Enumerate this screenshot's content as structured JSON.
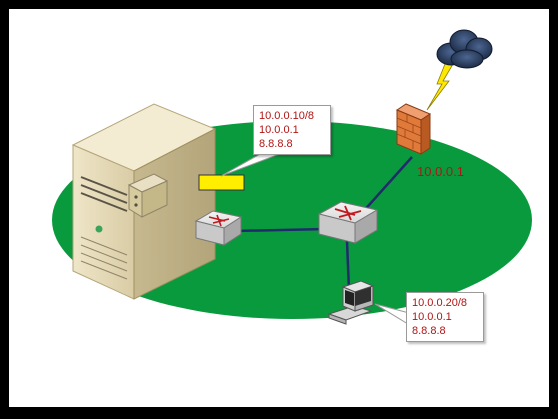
{
  "server_config": {
    "ip_mask": "10.0.0.10/8",
    "gateway": "10.0.0.1",
    "dns": "8.8.8.8"
  },
  "pc_config": {
    "ip_mask": "10.0.0.20/8",
    "gateway": "10.0.0.1",
    "dns": "8.8.8.8"
  },
  "firewall_ip": "10.0.0.1",
  "colors": {
    "network_zone": "#0a9a3e",
    "link": "#1f2b6b",
    "label_text": "#b01515",
    "nic_highlight": "#ffee00",
    "cloud": "#2b3f66",
    "lightning": "#ffe800",
    "firewall": "#e07a3a"
  }
}
